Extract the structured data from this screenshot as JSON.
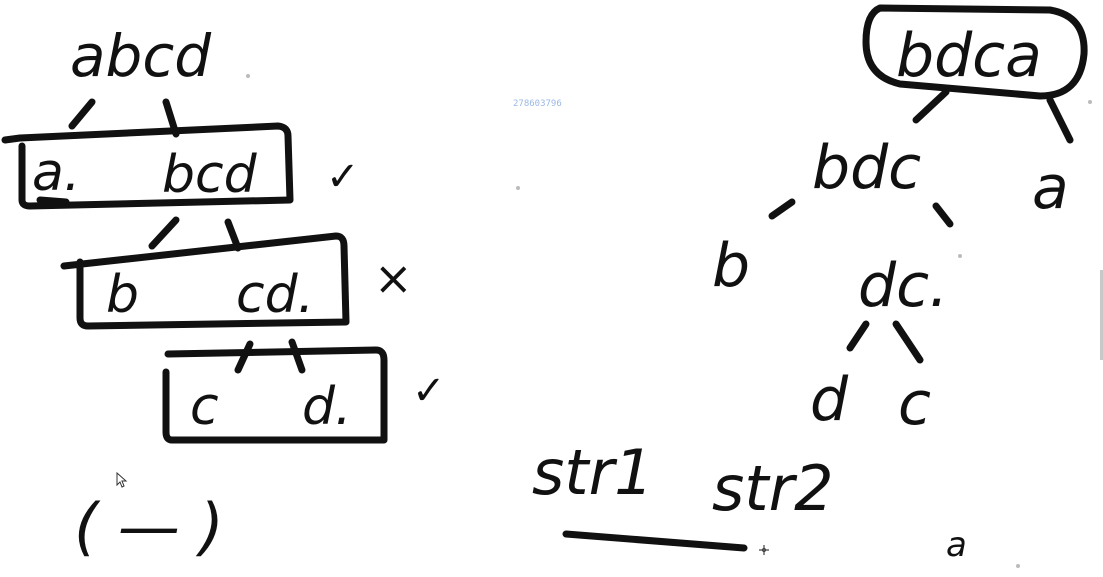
{
  "canvas": {
    "background": "#ffffff",
    "ink_color": "#111111"
  },
  "stamp": {
    "text": "278603796",
    "color": "#9ab8e6"
  },
  "left_tree": {
    "root": "abcd",
    "level1": {
      "left": "a.",
      "right": "bcd",
      "mark": "✓"
    },
    "level2": {
      "left": "b",
      "right": "cd.",
      "mark": "×"
    },
    "level3": {
      "left": "c",
      "right": "d.",
      "mark": "✓"
    },
    "bottom_note": "( — )"
  },
  "right_tree": {
    "root": "bdca",
    "level1": {
      "left": "bdc",
      "right": "a"
    },
    "level2": {
      "left": "b",
      "right": "dc."
    },
    "level3": {
      "left": "d",
      "right": "c"
    }
  },
  "bottom_labels": {
    "str1": "str1",
    "str2": "str2",
    "trailing": "a"
  },
  "icons": {
    "cursor": "mouse-pointer-icon",
    "crosshair": "crosshair-icon"
  }
}
